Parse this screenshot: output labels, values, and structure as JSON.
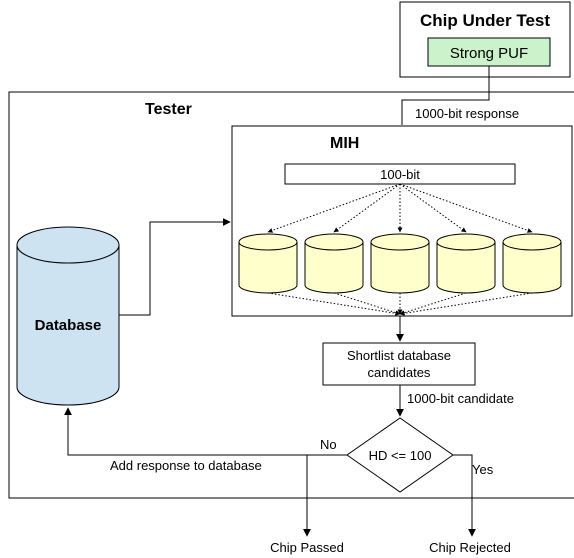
{
  "chip": {
    "title": "Chip Under Test",
    "puf_label": "Strong PUF",
    "puf_fill": "#ccf2cc"
  },
  "tester": {
    "title": "Tester"
  },
  "mih": {
    "title": "MIH",
    "segment_label": "100-bit",
    "bucket_count": 5,
    "bucket_fill": "#ffffcc"
  },
  "database": {
    "label": "Database",
    "fill": "#cde3f2"
  },
  "flow": {
    "response_label": "1000-bit response",
    "shortlist_line1": "Shortlist database",
    "shortlist_line2": "candidates",
    "candidate_label": "1000-bit candidate",
    "decision_label": "HD <= 100",
    "no_label": "No",
    "yes_label": "Yes",
    "add_label": "Add response to database",
    "passed_label": "Chip Passed",
    "rejected_label": "Chip Rejected"
  }
}
